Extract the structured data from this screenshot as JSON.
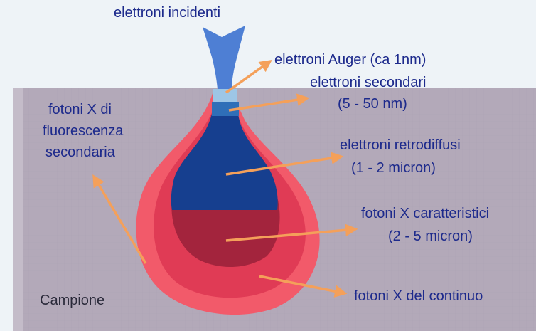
{
  "labels": {
    "incident_electrons": "elettroni incidenti",
    "auger_electrons": "elettroni Auger (ca 1nm)",
    "secondary_electrons_line1": "elettroni secondari",
    "secondary_electrons_line2": "(5 - 50 nm)",
    "backscattered_line1": "elettroni retrodiffusi",
    "backscattered_line2": "(1 - 2 micron)",
    "characteristic_x_line1": "fotoni X caratteristici",
    "characteristic_x_line2": "(2 - 5 micron)",
    "continuum_x": "fotoni X del continuo",
    "fluorescence_line1": "fotoni X di",
    "fluorescence_line2": "fluorescenza",
    "fluorescence_line3": "secondaria",
    "sample": "Campione"
  },
  "colors": {
    "background": "#eef3f7",
    "sample": "#b3a9b9",
    "beam": "#4e7fd4",
    "surface_band": "#9dc6e6",
    "secondary_band": "#2f6fb8",
    "backscatter_zone": "#163f8f",
    "characteristic_zone": "#a3243d",
    "continuum_zone": "#e03b55",
    "fluorescence_zone": "#f25a6a",
    "arrow": "#f4a05a",
    "text": "#1d2a8c"
  }
}
